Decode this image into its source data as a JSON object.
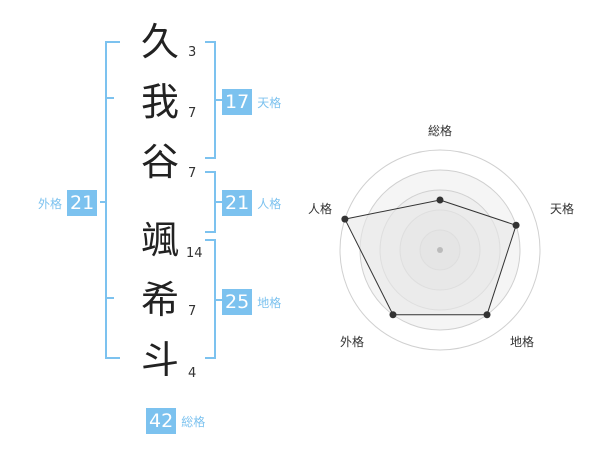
{
  "name_chars": [
    {
      "char": "久",
      "strokes": "3"
    },
    {
      "char": "我",
      "strokes": "7"
    },
    {
      "char": "谷",
      "strokes": "7"
    },
    {
      "char": "颯",
      "strokes": "14"
    },
    {
      "char": "希",
      "strokes": "7"
    },
    {
      "char": "斗",
      "strokes": "4"
    }
  ],
  "fortunes": {
    "tenkaku": {
      "value": "17",
      "label": "天格"
    },
    "jinkaku": {
      "value": "21",
      "label": "人格"
    },
    "chikaku": {
      "value": "25",
      "label": "地格"
    },
    "gaikaku": {
      "value": "21",
      "label": "外格"
    },
    "soukaku": {
      "value": "42",
      "label": "総格"
    }
  },
  "radar": {
    "labels": {
      "soukaku": "総格",
      "tenkaku": "天格",
      "chikaku": "地格",
      "gaikaku": "外格",
      "jinkaku": "人格"
    },
    "max": 100,
    "values": {
      "soukaku": 50,
      "tenkaku": 80,
      "chikaku": 80,
      "gaikaku": 80,
      "jinkaku": 100
    }
  },
  "colors": {
    "accent": "#7cc2ef",
    "bracket": "#7cc2ef"
  }
}
